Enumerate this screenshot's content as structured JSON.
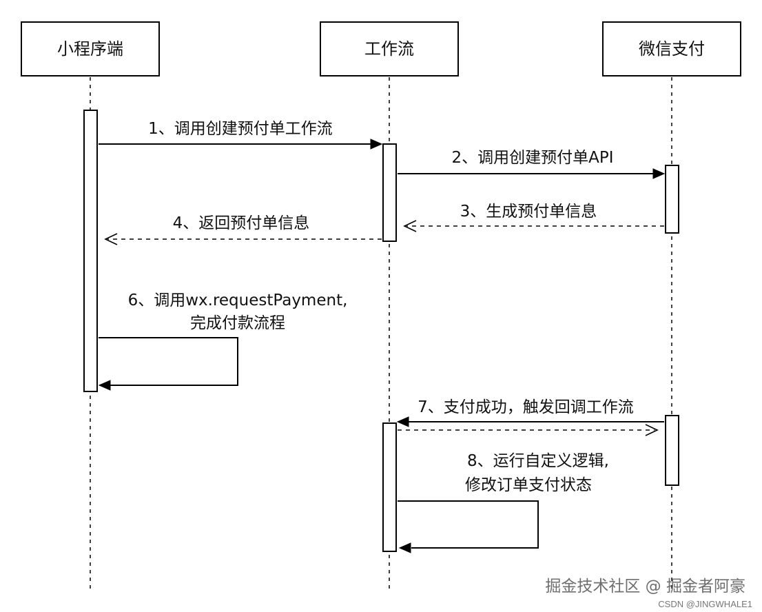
{
  "actors": [
    {
      "id": "miniprogram",
      "label": "小程序端"
    },
    {
      "id": "workflow",
      "label": "工作流"
    },
    {
      "id": "wechatpay",
      "label": "微信支付"
    }
  ],
  "messages": [
    {
      "id": "m1",
      "from": "miniprogram",
      "to": "workflow",
      "style": "solid",
      "lines": [
        "1、调用创建预付单工作流"
      ]
    },
    {
      "id": "m2",
      "from": "workflow",
      "to": "wechatpay",
      "style": "solid",
      "lines": [
        "2、调用创建预付单API"
      ]
    },
    {
      "id": "m3",
      "from": "wechatpay",
      "to": "workflow",
      "style": "dashed",
      "lines": [
        "3、生成预付单信息"
      ]
    },
    {
      "id": "m4",
      "from": "workflow",
      "to": "miniprogram",
      "style": "dashed",
      "lines": [
        "4、返回预付单信息"
      ]
    },
    {
      "id": "m6",
      "from": "miniprogram",
      "to": "miniprogram",
      "style": "self",
      "lines": [
        "6、调用wx.requestPayment,",
        "完成付款流程"
      ]
    },
    {
      "id": "m7",
      "from": "wechatpay",
      "to": "workflow",
      "style": "solid",
      "lines": [
        "7、支付成功，触发回调工作流"
      ]
    },
    {
      "id": "m7r",
      "from": "workflow",
      "to": "wechatpay",
      "style": "dashed",
      "lines": []
    },
    {
      "id": "m8",
      "from": "workflow",
      "to": "workflow",
      "style": "self",
      "lines": [
        "8、运行自定义逻辑,",
        "修改订单支付状态"
      ]
    }
  ],
  "watermark": {
    "main": "掘金技术社区 @ 掘金者阿豪",
    "sub": "CSDN @JINGWHALE1"
  }
}
